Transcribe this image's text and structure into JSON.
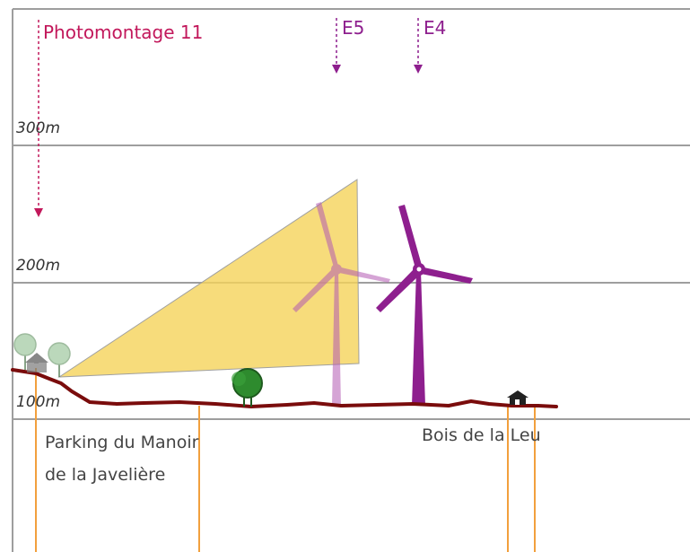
{
  "viewpoint": {
    "label": "Photomontage 11",
    "color": "#c2185b"
  },
  "turbines": [
    {
      "id": "E5",
      "label": "E5",
      "color": "#b35ab3",
      "style": "faded"
    },
    {
      "id": "E4",
      "label": "E4",
      "color": "#8e1f8e",
      "style": "solid"
    }
  ],
  "altitude_lines": [
    {
      "label": "300m",
      "value": 300
    },
    {
      "label": "200m",
      "value": 200
    },
    {
      "label": "100m",
      "value": 100
    }
  ],
  "places": [
    {
      "label_lines": [
        "Parking du Manoir",
        "de la Javelière"
      ]
    },
    {
      "label_lines": [
        "Bois de la Leu"
      ]
    }
  ],
  "colors": {
    "ground": "#7a0c0c",
    "field_of_view": "#f5d35a",
    "reference_lines": "#f2a03d",
    "grid": "#9e9e9e",
    "tree": "#2e8b2e",
    "house": "#222222"
  }
}
